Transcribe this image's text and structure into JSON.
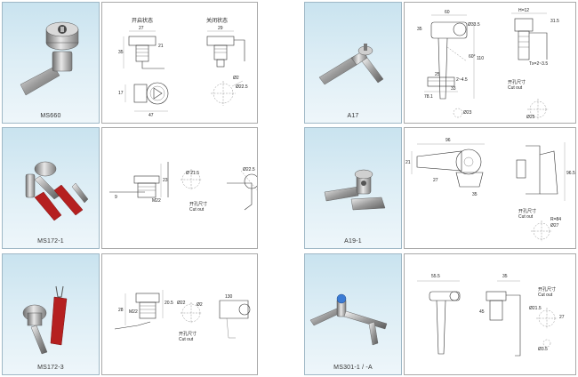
{
  "products": [
    {
      "model": "MS660"
    },
    {
      "model": "MS172-1"
    },
    {
      "model": "MS172-3"
    },
    {
      "model": "A17"
    },
    {
      "model": "A19-1"
    },
    {
      "model": "MS301-1 / -A"
    }
  ],
  "ms660": {
    "state_open": "开启状态",
    "state_closed": "关闭状态",
    "dims": [
      "27",
      "21",
      "35",
      "17",
      "29",
      "47",
      "Ø22.5",
      "Ø2"
    ]
  },
  "ms172_1": {
    "dims": [
      "Ø 21.5",
      "Ø22.5",
      "M22",
      "23",
      "9"
    ],
    "cutout_cn": "开孔尺寸",
    "cutout_en": "Cut out"
  },
  "ms172_3": {
    "dims": [
      "M22",
      "20.5",
      "28",
      "Ø22",
      "Ø2",
      "130"
    ],
    "cutout_cn": "开孔尺寸",
    "cutout_en": "Cut out"
  },
  "a17": {
    "dims": [
      "60",
      "Ø33.5",
      "110",
      "H=12",
      "31.5",
      "Tx=2~3.5",
      "35",
      "25",
      "2~4.5",
      "78.1",
      "33",
      "Ø23",
      "60°",
      "Ø25"
    ],
    "cutout_cn": "开孔尺寸",
    "cutout_en": "Cut out"
  },
  "a19_1": {
    "dims": [
      "96",
      "21",
      "27",
      "35",
      "96.5",
      "R=84",
      "Ø27"
    ],
    "cutout_cn": "开孔尺寸",
    "cutout_en": "Cut out"
  },
  "ms301": {
    "dims": [
      "55.5",
      "35",
      "Ø21.5",
      "27",
      "Ø3.5",
      "45"
    ],
    "cutout_cn": "开孔尺寸",
    "cutout_en": "Cut out"
  }
}
